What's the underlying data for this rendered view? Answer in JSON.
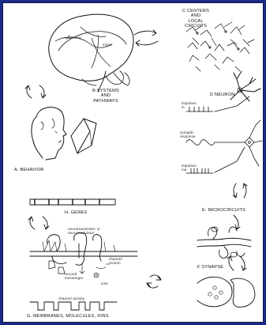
{
  "panels": {
    "a": {
      "label": "A. BEHAVIOR"
    },
    "b": {
      "label": "B SYSTEMS AND PATHWAYS",
      "line1": "B SYSTEMS",
      "line2": "AND",
      "line3": "PATHWAYS",
      "annotations": [
        "sensory",
        "motor"
      ]
    },
    "c": {
      "line1": "C CENTERS",
      "line2": "AND",
      "line3": "LOCAL",
      "line4": "CIRCUITS"
    },
    "d": {
      "label": "D NEURON",
      "annotations": {
        "impulses_in_1": "impulses",
        "impulses_in_2": "in",
        "synaptic_1": "synaptic",
        "synaptic_2": "response",
        "impulses_out_1": "impulses",
        "impulses_out_2": "out"
      }
    },
    "e": {
      "label": "E. MICROCIRCUITS"
    },
    "f": {
      "label": "F SYNAPSE"
    },
    "g": {
      "label": "G. MEMBRANES, MOLECULES, IONS",
      "annotations": {
        "nt1": "neurotransmitter or",
        "nt2": "neuromodulator",
        "second1": "second",
        "second2": "messenger",
        "channel1": "channel",
        "channel2": "protein",
        "ion": "ions",
        "activity": "channel activity"
      }
    },
    "h": {
      "label": "H. GENES"
    }
  },
  "colors": {
    "background": "#1b2a86",
    "ink": "#111111",
    "paper": "#ffffff"
  }
}
